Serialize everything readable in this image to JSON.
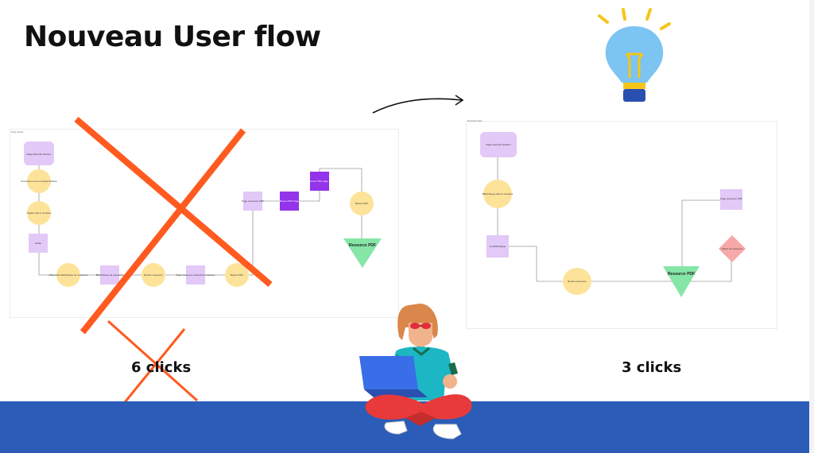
{
  "title": "Nouveau User flow",
  "old_flow": {
    "clicks_label": "6 clicks",
    "panel_label": "Flow actuel",
    "nodes": [
      {
        "shape": "rect",
        "label": "Page d'accueil Solution"
      },
      {
        "shape": "circle",
        "label": "Connexion à mon compte Solution"
      },
      {
        "shape": "circle",
        "label": "Onglet outil et comptes"
      },
      {
        "shape": "square",
        "label": "Guide"
      },
      {
        "shape": "circle",
        "label": "Page aide bibliothèque de ressource"
      },
      {
        "shape": "square",
        "label": "Bibliothèque de ressource"
      },
      {
        "shape": "circle",
        "label": "Bouton ressource"
      },
      {
        "shape": "square",
        "label": "Page ressource recherche ressource"
      },
      {
        "shape": "circle",
        "label": "Bouton PDF"
      },
      {
        "shape": "square",
        "label": "Page ressource PDF"
      },
      {
        "shape": "square-dark",
        "label": "Bouton PDF Page"
      },
      {
        "shape": "square-dark",
        "label": "Bouton PDF Page 2"
      },
      {
        "shape": "circle",
        "label": "Bouton PDF"
      },
      {
        "shape": "triangle",
        "label": "Resource PDF"
      }
    ]
  },
  "new_flow": {
    "clicks_label": "3 clicks",
    "panel_label": "Nouveau flow",
    "nodes": [
      {
        "shape": "rect",
        "label": "Page d'accueil Solution"
      },
      {
        "shape": "circle",
        "label": "Bibliothèque dans à comptes"
      },
      {
        "shape": "square",
        "label": "La bibliothèque"
      },
      {
        "shape": "circle",
        "label": "Bouton ressource"
      },
      {
        "shape": "triangle",
        "label": "Resource PDF"
      },
      {
        "shape": "square",
        "label": "Page ressource PDF"
      },
      {
        "shape": "diamond",
        "label": "Option de ressource"
      }
    ]
  },
  "colors": {
    "footer_band": "#2b5cb8",
    "cross": "#ff5a1f",
    "node_yellow": "#fde39a",
    "node_violet": "#e2c9f7",
    "node_purple": "#9333ea",
    "node_green": "#86e6a8",
    "node_pink": "#f7a8a8",
    "bulb": "#7cc4f2",
    "bulb_rays": "#f5c518"
  },
  "icons": [
    "light-bulb-icon",
    "curved-arrow-icon",
    "cross-out-icon",
    "person-with-laptop-illustration"
  ]
}
